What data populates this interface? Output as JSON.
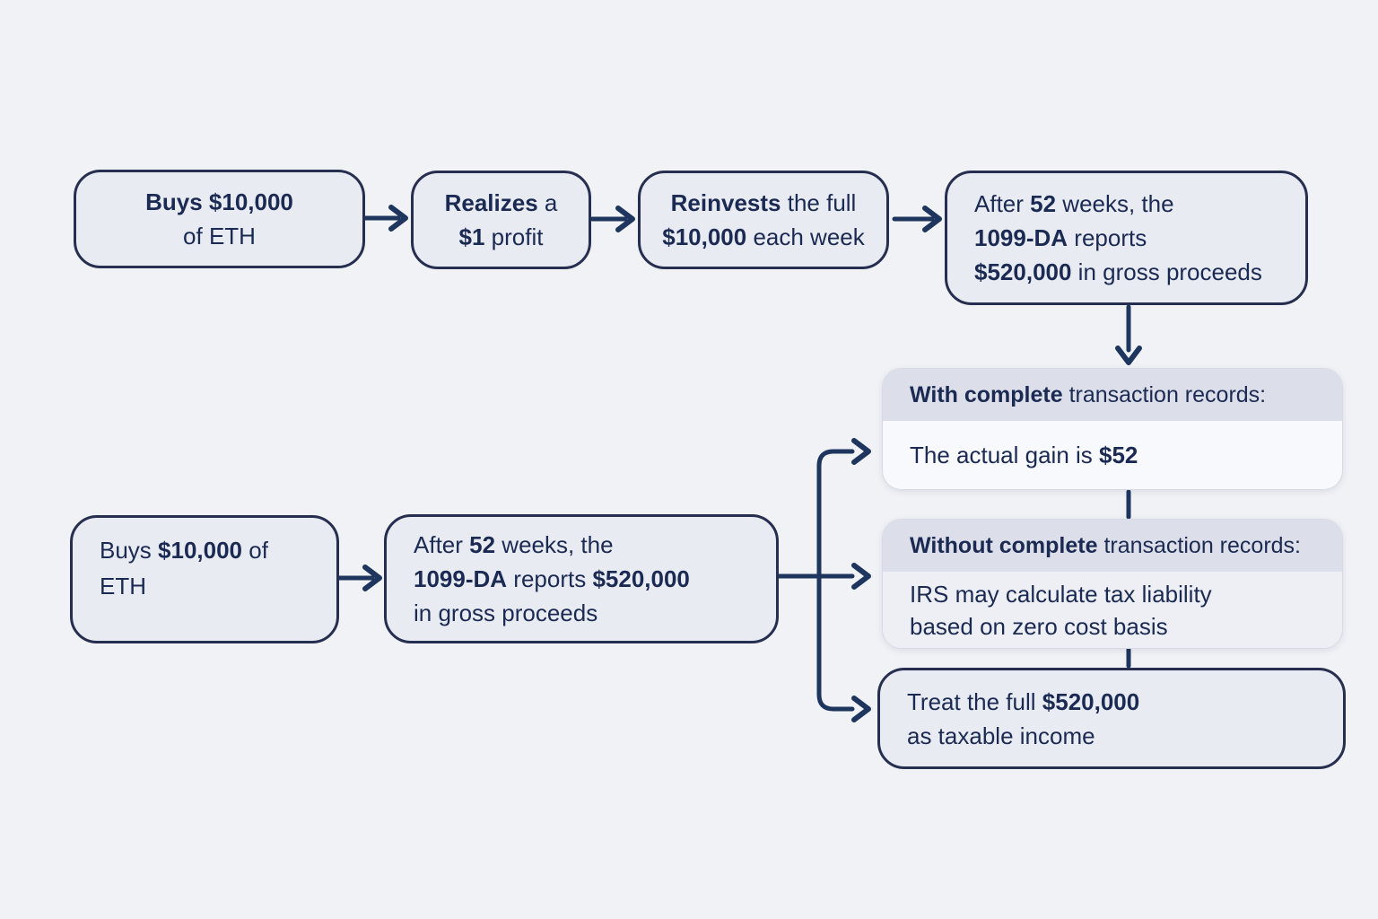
{
  "colors": {
    "bg": "#f1f2f6",
    "ink": "#1b2a52",
    "border": "#262f4f",
    "arrow": "#1e355e",
    "box-fill": "#e9ebf3",
    "header-fill": "#dcdfe9",
    "body-light": "#f8f9fc",
    "body-muted": "#edeff5",
    "card-border": "#d6dae6"
  },
  "top_flow": {
    "buy": {
      "lines": [
        [
          {
            "t": "Buys $10,000",
            "b": true
          }
        ],
        [
          {
            "t": "of ETH",
            "b": false
          }
        ]
      ]
    },
    "realize": {
      "lines": [
        [
          {
            "t": "Realizes",
            "b": true
          },
          {
            "t": " a",
            "b": false
          }
        ],
        [
          {
            "t": "$1",
            "b": true
          },
          {
            "t": " profit",
            "b": false
          }
        ]
      ]
    },
    "reinvest": {
      "lines": [
        [
          {
            "t": "Reinvests",
            "b": true
          },
          {
            "t": " the full",
            "b": false
          }
        ],
        [
          {
            "t": "$10,000",
            "b": true
          },
          {
            "t": " each week",
            "b": false
          }
        ]
      ]
    },
    "report": {
      "lines": [
        [
          {
            "t": "After ",
            "b": false
          },
          {
            "t": "52",
            "b": true
          },
          {
            "t": " weeks, the",
            "b": false
          }
        ],
        [
          {
            "t": "1099-DA",
            "b": true
          },
          {
            "t": " reports",
            "b": false
          }
        ],
        [
          {
            "t": "$520,000",
            "b": true
          },
          {
            "t": " in gross proceeds",
            "b": false
          }
        ]
      ]
    }
  },
  "bottom_flow": {
    "buy": {
      "lines": [
        [
          {
            "t": "Buys ",
            "b": false
          },
          {
            "t": "$10,000",
            "b": true
          },
          {
            "t": " of",
            "b": false
          }
        ],
        [
          {
            "t": "ETH",
            "b": false
          }
        ]
      ]
    },
    "report": {
      "lines": [
        [
          {
            "t": "After ",
            "b": false
          },
          {
            "t": "52",
            "b": true
          },
          {
            "t": " weeks, the",
            "b": false
          }
        ],
        [
          {
            "t": "1099-DA",
            "b": true
          },
          {
            "t": " reports ",
            "b": false
          },
          {
            "t": "$520,000",
            "b": true
          }
        ],
        [
          {
            "t": "in gross proceeds",
            "b": false
          }
        ]
      ]
    }
  },
  "outcomes": {
    "with_records": {
      "header": [
        [
          {
            "t": "With complete",
            "b": true
          },
          {
            "t": " transaction records:",
            "b": false
          }
        ]
      ],
      "body": [
        [
          {
            "t": "The actual gain is ",
            "b": false
          },
          {
            "t": "$52",
            "b": true
          }
        ]
      ]
    },
    "without_records": {
      "header": [
        [
          {
            "t": "Without complete",
            "b": true
          },
          {
            "t": " transaction records:",
            "b": false
          }
        ]
      ],
      "body": [
        [
          {
            "t": "IRS may calculate tax liability",
            "b": false
          }
        ],
        [
          {
            "t": "based on zero cost basis",
            "b": false
          }
        ]
      ]
    },
    "treat_full": {
      "lines": [
        [
          {
            "t": "Treat the full ",
            "b": false
          },
          {
            "t": "$520,000",
            "b": true
          }
        ],
        [
          {
            "t": "as taxable income",
            "b": false
          }
        ]
      ]
    }
  }
}
